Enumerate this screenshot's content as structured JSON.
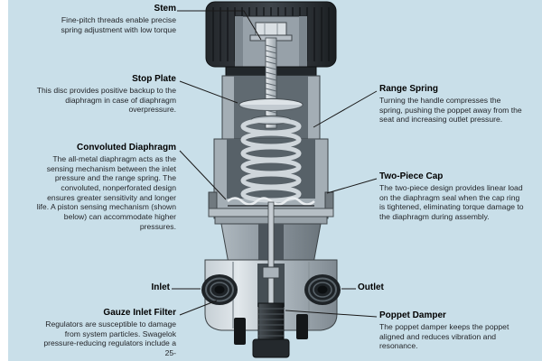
{
  "colors": {
    "background": "#c9dfe9",
    "leader_line": "#1a1a1a",
    "title_text": "#000000",
    "body_text": "#24262a"
  },
  "callouts": {
    "stem": {
      "title": "Stem",
      "body": "Fine-pitch threads enable precise spring adjustment with low torque"
    },
    "stop_plate": {
      "title": "Stop Plate",
      "body": "This disc provides positive backup to the diaphragm in case of diaphragm overpressure."
    },
    "convoluted_diaphragm": {
      "title": "Convoluted Diaphragm",
      "body": "The all-metal diaphragm acts as the sensing mechanism between the inlet pressure and the range spring. The convoluted, nonperforated design ensures greater sensitivity and longer life. A piston sensing mechanism (shown below) can accommodate higher pressures."
    },
    "range_spring": {
      "title": "Range Spring",
      "body": "Turning the handle compresses the spring, pushing the poppet away from the seat and increasing outlet pressure."
    },
    "two_piece_cap": {
      "title": "Two-Piece Cap",
      "body": "The two-piece design provides linear load on the diaphragm seal when the cap ring is tightened, eliminating torque damage to the diaphragm during assembly."
    },
    "inlet": {
      "title": "Inlet"
    },
    "outlet": {
      "title": "Outlet"
    },
    "gauze_inlet_filter": {
      "title": "Gauze Inlet Filter",
      "body": "Regulators are susceptible to damage from system particles. Swagelok pressure-reducing regulators include a 25-"
    },
    "poppet_damper": {
      "title": "Poppet Damper",
      "body": "The poppet damper keeps the poppet aligned and reduces vibration and resonance."
    }
  }
}
